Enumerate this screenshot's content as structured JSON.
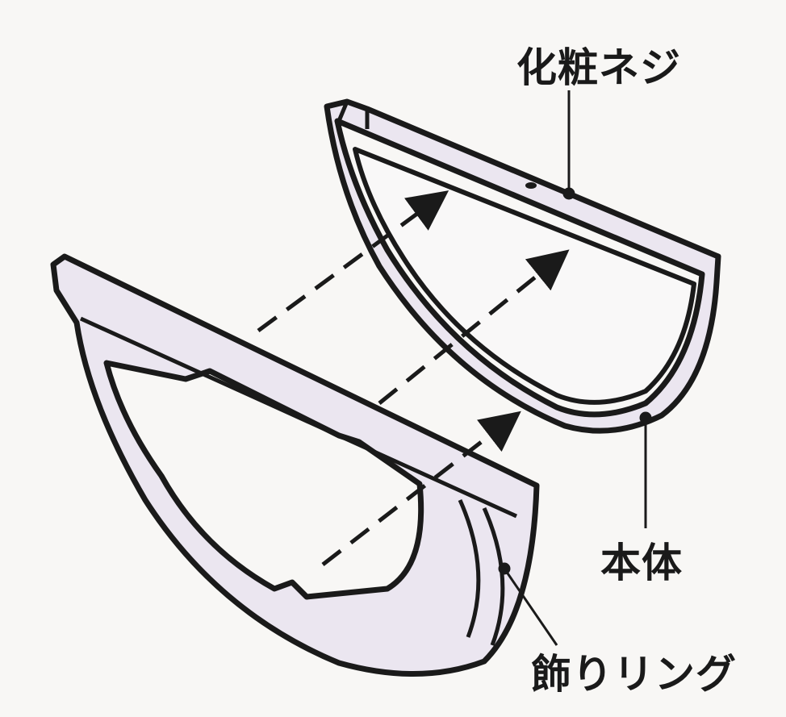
{
  "labels": {
    "screw": "化粧ネジ",
    "body": "本体",
    "ring": "飾りリング"
  },
  "colors": {
    "line": "#1a1a1a",
    "fill": "#ebe6f0",
    "background": "#f8f7f5"
  }
}
